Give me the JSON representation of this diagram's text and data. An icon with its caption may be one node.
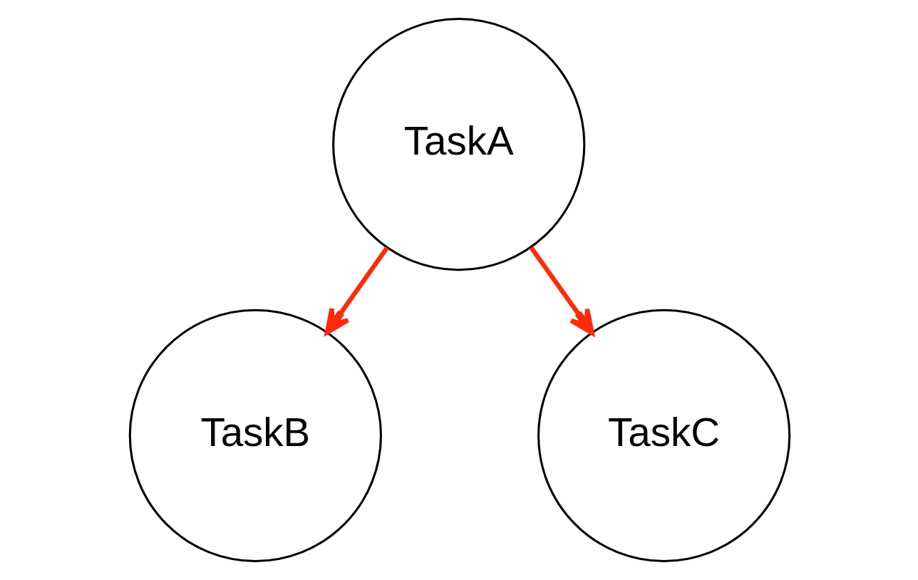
{
  "diagram": {
    "nodes": [
      {
        "text": [
          "TaskA"
        ]
      },
      {
        "text": [
          "TaskB"
        ]
      },
      {
        "text": [
          "TaskC"
        ]
      }
    ],
    "edges": [
      {
        "from": 0,
        "to": 1,
        "arrow": "to"
      },
      {
        "from": 0,
        "to": 2,
        "arrow": "to"
      }
    ]
  }
}
